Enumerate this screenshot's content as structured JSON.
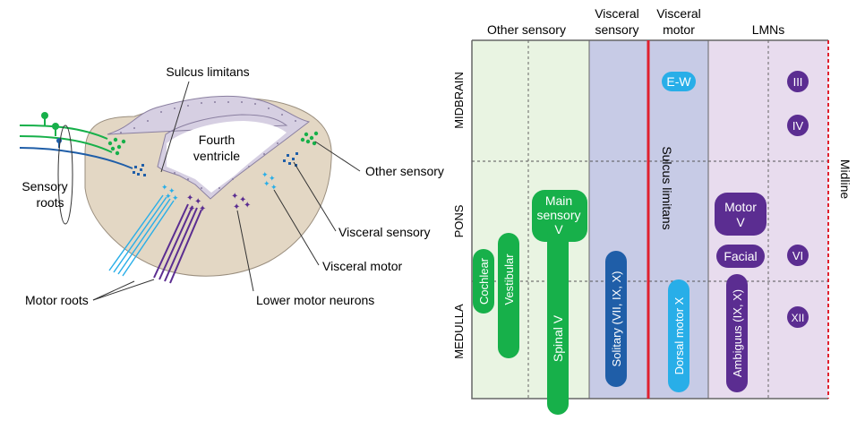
{
  "left": {
    "labels": {
      "sulcus_limitans": "Sulcus limitans",
      "fourth_ventricle_1": "Fourth",
      "fourth_ventricle_2": "ventricle",
      "sensory_roots_1": "Sensory",
      "sensory_roots_2": "roots",
      "other_sensory": "Other sensory",
      "visceral_sensory": "Visceral sensory",
      "visceral_motor": "Visceral motor",
      "motor_roots": "Motor roots",
      "lower_motor_neurons": "Lower motor neurons"
    }
  },
  "right": {
    "columns": {
      "other_sensory": "Other sensory",
      "visceral_sensory_1": "Visceral",
      "visceral_sensory_2": "sensory",
      "visceral_motor_1": "Visceral",
      "visceral_motor_2": "motor",
      "lmns": "LMNs"
    },
    "rows": {
      "midbrain": "MIDBRAIN",
      "pons": "PONS",
      "medulla": "MEDULLA"
    },
    "lines": {
      "sulcus_limitans": "Sulcus limitans",
      "midline": "Midline"
    },
    "nuclei": {
      "cochlear": "Cochlear",
      "vestibular": "Vestibular",
      "main_sensory_1": "Main",
      "main_sensory_2": "sensory",
      "main_sensory_3": "V",
      "spinal_v": "Spinal V",
      "solitary": "Solitary (VII, IX, X)",
      "ew": "E-W",
      "dorsal_motor": "Dorsal motor X",
      "motor_v_1": "Motor",
      "motor_v_2": "V",
      "facial": "Facial",
      "ambiguus": "Ambiguus (IX, X)",
      "iii": "III",
      "iv": "IV",
      "vi": "VI",
      "xii": "XII"
    },
    "colors": {
      "green": "#17b04a",
      "blue_dark": "#1f5ea8",
      "cyan": "#28aee8",
      "purple": "#5b2d91",
      "red": "#e0202e"
    }
  }
}
